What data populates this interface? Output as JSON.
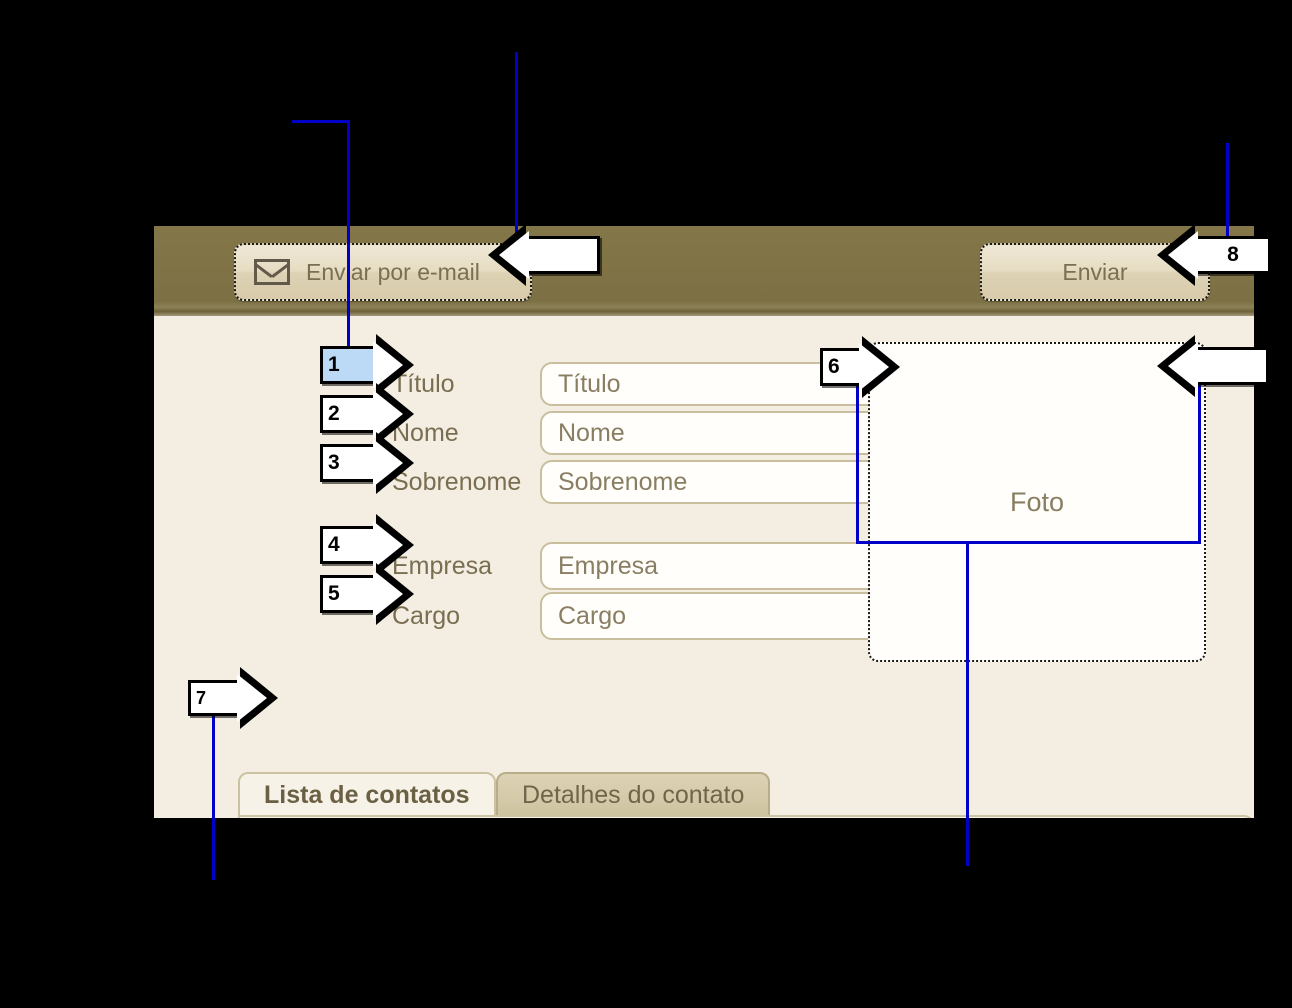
{
  "window": {
    "toolbar": {
      "email_button": {
        "label": "Enviar por e-mail",
        "icon": "envelope-icon"
      },
      "send_button": {
        "label": "Enviar"
      }
    },
    "form": {
      "fields": [
        {
          "label": "Título",
          "placeholder": "Título",
          "type": "combobox"
        },
        {
          "label": "Nome",
          "placeholder": "Nome",
          "type": "text"
        },
        {
          "label": "Sobrenome",
          "placeholder": "Sobrenome",
          "type": "text"
        },
        {
          "label": "Empresa",
          "placeholder": "Empresa",
          "type": "combobox"
        },
        {
          "label": "Cargo",
          "placeholder": "Cargo",
          "type": "combobox"
        }
      ],
      "photo": {
        "label": "Foto"
      }
    },
    "tabs": [
      {
        "label": "Lista de contatos",
        "active": true
      },
      {
        "label": "Detalhes do contato",
        "active": false
      }
    ]
  },
  "annotations": {
    "callouts": [
      {
        "id": "1",
        "number": "1",
        "direction": "right",
        "highlighted": true
      },
      {
        "id": "2",
        "number": "2",
        "direction": "right",
        "highlighted": false
      },
      {
        "id": "3",
        "number": "3",
        "direction": "right",
        "highlighted": false
      },
      {
        "id": "4",
        "number": "4",
        "direction": "right",
        "highlighted": false
      },
      {
        "id": "5",
        "number": "5",
        "direction": "right",
        "highlighted": false
      },
      {
        "id": "6",
        "number": "6",
        "direction": "right",
        "highlighted": false
      },
      {
        "id": "7",
        "number": "7",
        "direction": "right",
        "highlighted": false
      },
      {
        "id": "8",
        "number": "8",
        "direction": "left",
        "highlighted": false
      },
      {
        "id": "9",
        "number": "",
        "direction": "left",
        "highlighted": false
      },
      {
        "id": "10",
        "number": "",
        "direction": "left",
        "highlighted": false
      }
    ],
    "line_color": "#0000c8"
  },
  "colors": {
    "toolbar": "#7d7045",
    "body": "#f4ede1",
    "field_border": "#c9bf9f",
    "text": "#7a6e51",
    "annotation": "#0000c8"
  }
}
